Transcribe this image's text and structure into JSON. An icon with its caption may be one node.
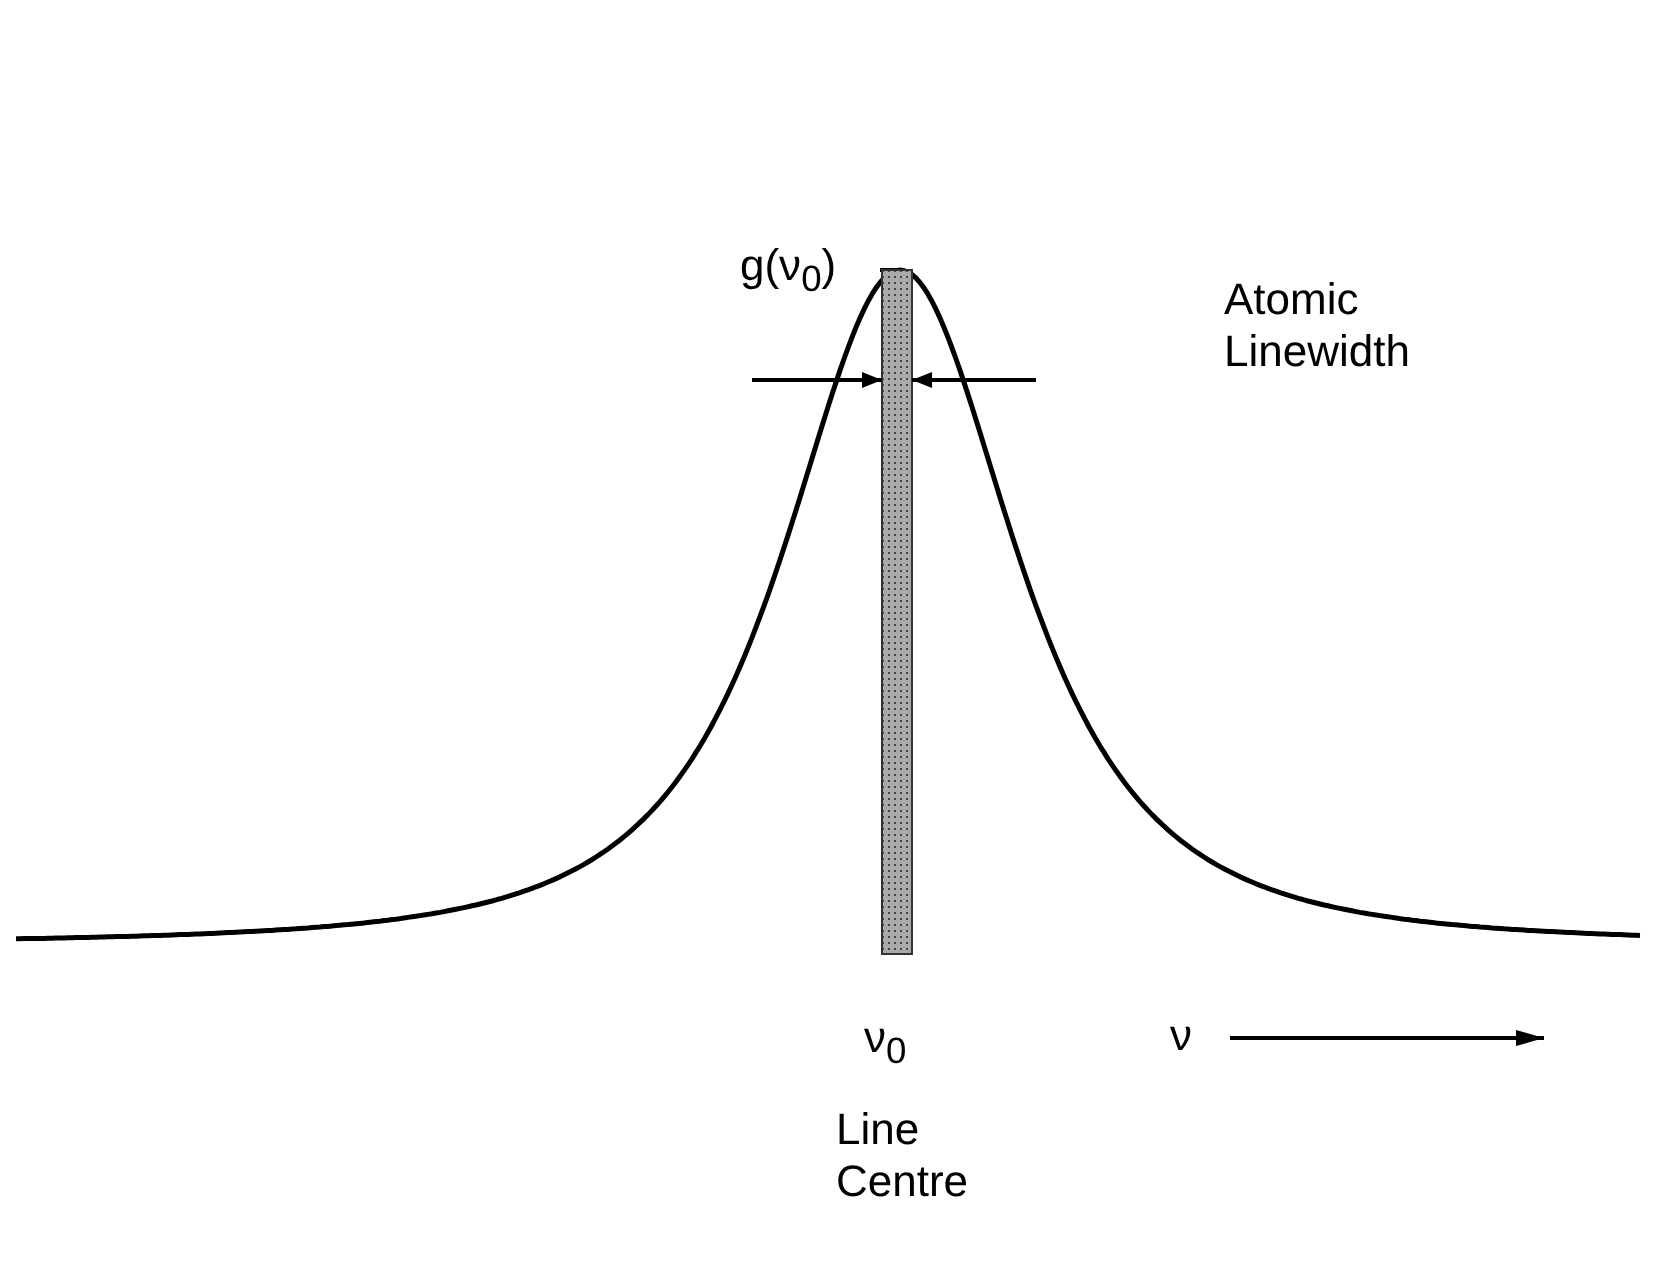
{
  "diagram": {
    "labels": [
      "g(ν$_{0}$)",
      "Atomic Linewidth",
      "ν$_{0}$",
      "ν",
      "Line Centre"
    ]
  }
}
